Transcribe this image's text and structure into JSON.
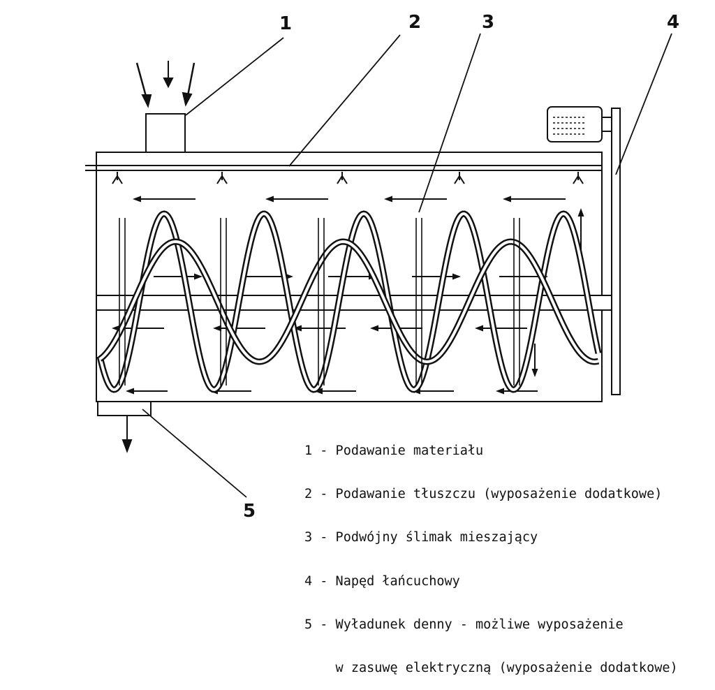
{
  "callouts": [
    "1",
    "2",
    "3",
    "4",
    "5"
  ],
  "legend": [
    "1 - Podawanie materiału",
    "2 - Podawanie tłuszczu (wyposażenie dodatkowe)",
    "3 - Podwójny ślimak mieszający",
    "4 - Napęd łańcuchowy",
    "5 - Wyładunek denny - możliwe wyposażenie",
    "    w zasuwę elektryczną (wyposażenie dodatkowe)"
  ]
}
